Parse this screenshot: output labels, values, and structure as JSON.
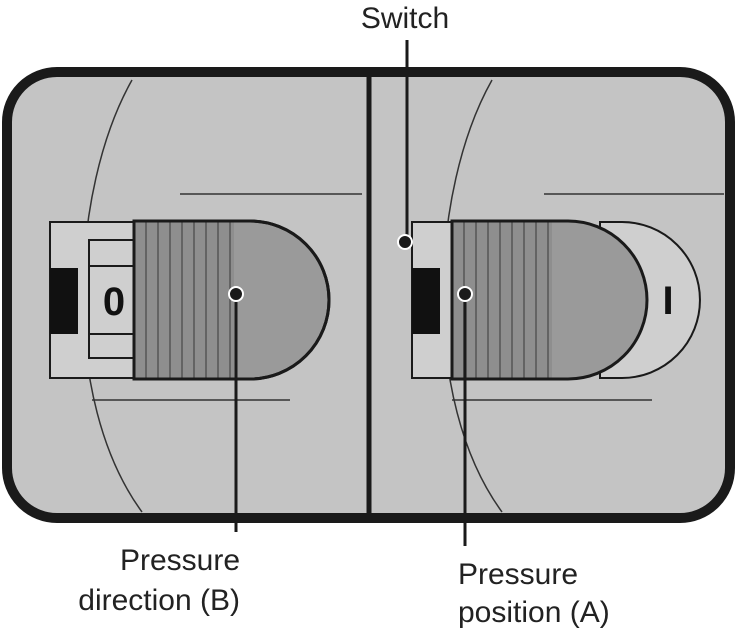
{
  "labels": {
    "switch": "Switch",
    "pressure_direction_line1": "Pressure",
    "pressure_direction_line2": "direction (B)",
    "pressure_position_line1": "Pressure",
    "pressure_position_line2": "position (A)"
  },
  "switches": {
    "left_symbol": "0",
    "right_symbol": "I"
  },
  "colors": {
    "panel_fill": "#c4c4c4",
    "outline": "#1a1a1a",
    "rocker_dark": "#8e8e8e",
    "rocker_light": "#9e9e9e",
    "housing": "#cfcfcf",
    "indicator_block": "#111111"
  },
  "icons": {
    "left_switch_symbol": "power-off-symbol",
    "right_switch_symbol": "power-on-symbol"
  }
}
